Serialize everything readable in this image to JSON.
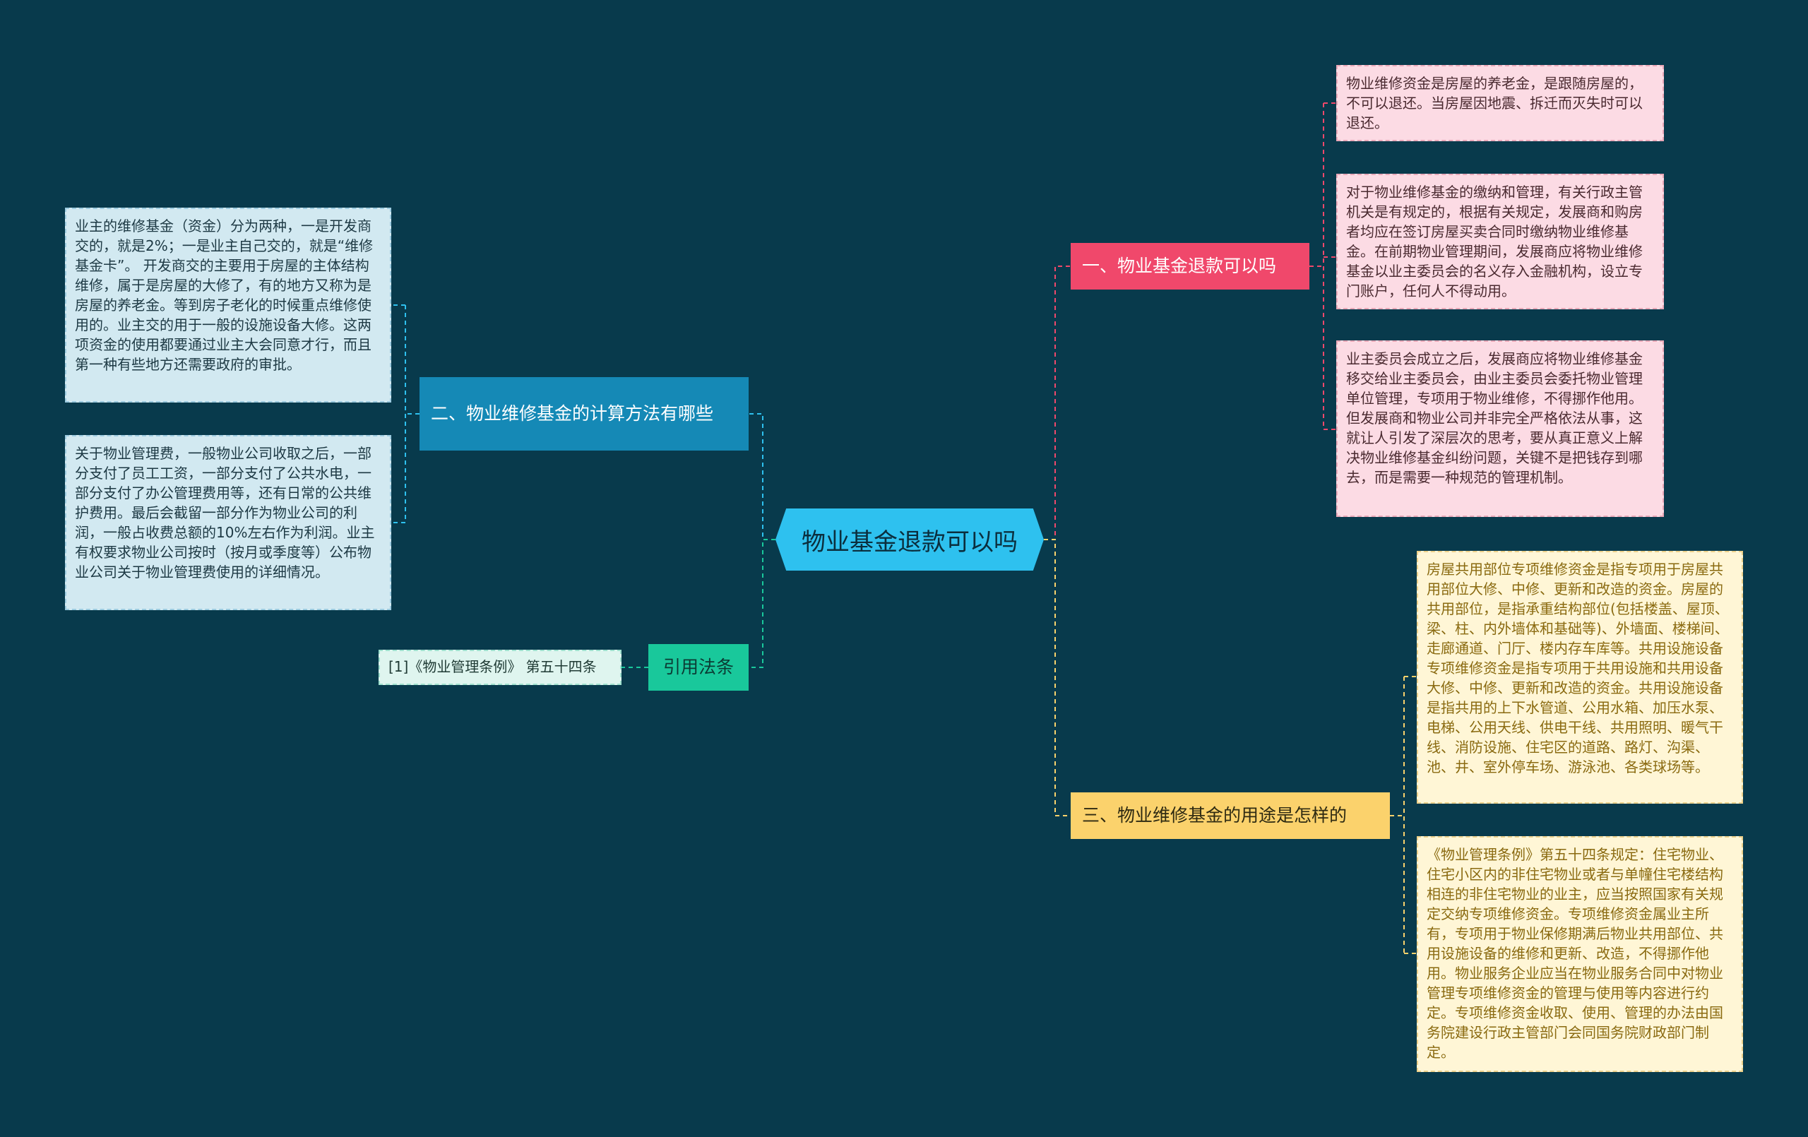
{
  "center": {
    "label": "物业基金退款可以吗"
  },
  "branches": {
    "b1": {
      "label": "一、物业基金退款可以吗",
      "leaves": [
        "物业维修资金是房屋的养老金，是跟随房屋的，不可以退还。当房屋因地震、拆迁而灭失时可以退还。",
        "对于物业维修基金的缴纳和管理，有关行政主管机关是有规定的，根据有关规定，发展商和购房者均应在签订房屋买卖合同时缴纳物业维修基金。在前期物业管理期间，发展商应将物业维修基金以业主委员会的名义存入金融机构，设立专门账户，任何人不得动用。",
        "业主委员会成立之后，发展商应将物业维修基金移交给业主委员会，由业主委员会委托物业管理单位管理，专项用于物业维修，不得挪作他用。但发展商和物业公司并非完全严格依法从事，这就让人引发了深层次的思考，要从真正意义上解决物业维修基金纠纷问题，关键不是把钱存到哪去，而是需要一种规范的管理机制。"
      ]
    },
    "b2": {
      "label": "二、物业维修基金的计算方法有哪些",
      "leaves": [
        "业主的维修基金（资金）分为两种，一是开发商交的，就是2%；一是业主自己交的，就是“维修基金卡”。 开发商交的主要用于房屋的主体结构维修，属于是房屋的大修了，有的地方又称为是房屋的养老金。等到房子老化的时候重点维修使用的。业主交的用于一般的设施设备大修。这两项资金的使用都要通过业主大会同意才行，而且第一种有些地方还需要政府的审批。",
        "关于物业管理费，一般物业公司收取之后，一部分支付了员工工资，一部分支付了公共水电，一部分支付了办公管理费用等，还有日常的公共维护费用。最后会截留一部分作为物业公司的利润，一般占收费总额的10%左右作为利润。业主有权要求物业公司按时（按月或季度等）公布物业公司关于物业管理费使用的详细情况。"
      ]
    },
    "b3": {
      "label": "引用法条",
      "leaves": [
        "[1]《物业管理条例》 第五十四条"
      ]
    },
    "b4": {
      "label": "三、物业维修基金的用途是怎样的",
      "leaves": [
        "房屋共用部位专项维修资金是指专项用于房屋共用部位大修、中修、更新和改造的资金。房屋的共用部位，是指承重结构部位(包括楼盖、屋顶、梁、柱、内外墙体和基础等)、外墙面、楼梯间、走廊通道、门厅、楼内存车库等。共用设施设备专项维修资金是指专项用于共用设施和共用设备大修、中修、更新和改造的资金。共用设施设备是指共用的上下水管道、公用水箱、加压水泵、电梯、公用天线、供电干线、共用照明、暖气干线、消防设施、住宅区的道路、路灯、沟渠、池、井、室外停车场、游泳池、各类球场等。",
        "《物业管理条例》第五十四条规定：住宅物业、住宅小区内的非住宅物业或者与单幢住宅楼结构相连的非住宅物业的业主，应当按照国家有关规定交纳专项维修资金。专项维修资金属业主所有，专项用于物业保修期满后物业共用部位、共用设施设备的维修和更新、改造，不得挪作他用。物业服务企业应当在物业服务合同中对物业管理专项维修资金的管理与使用等内容进行约定。专项维修资金收取、使用、管理的办法由国务院建设行政主管部门会同国务院财政部门制定。"
      ]
    }
  },
  "colors": {
    "background": "#083a4c",
    "center": "#2ec1ef",
    "pink": "#f0486b",
    "blue": "#1589b6",
    "green": "#19c89b",
    "yellow": "#fbd26c"
  }
}
